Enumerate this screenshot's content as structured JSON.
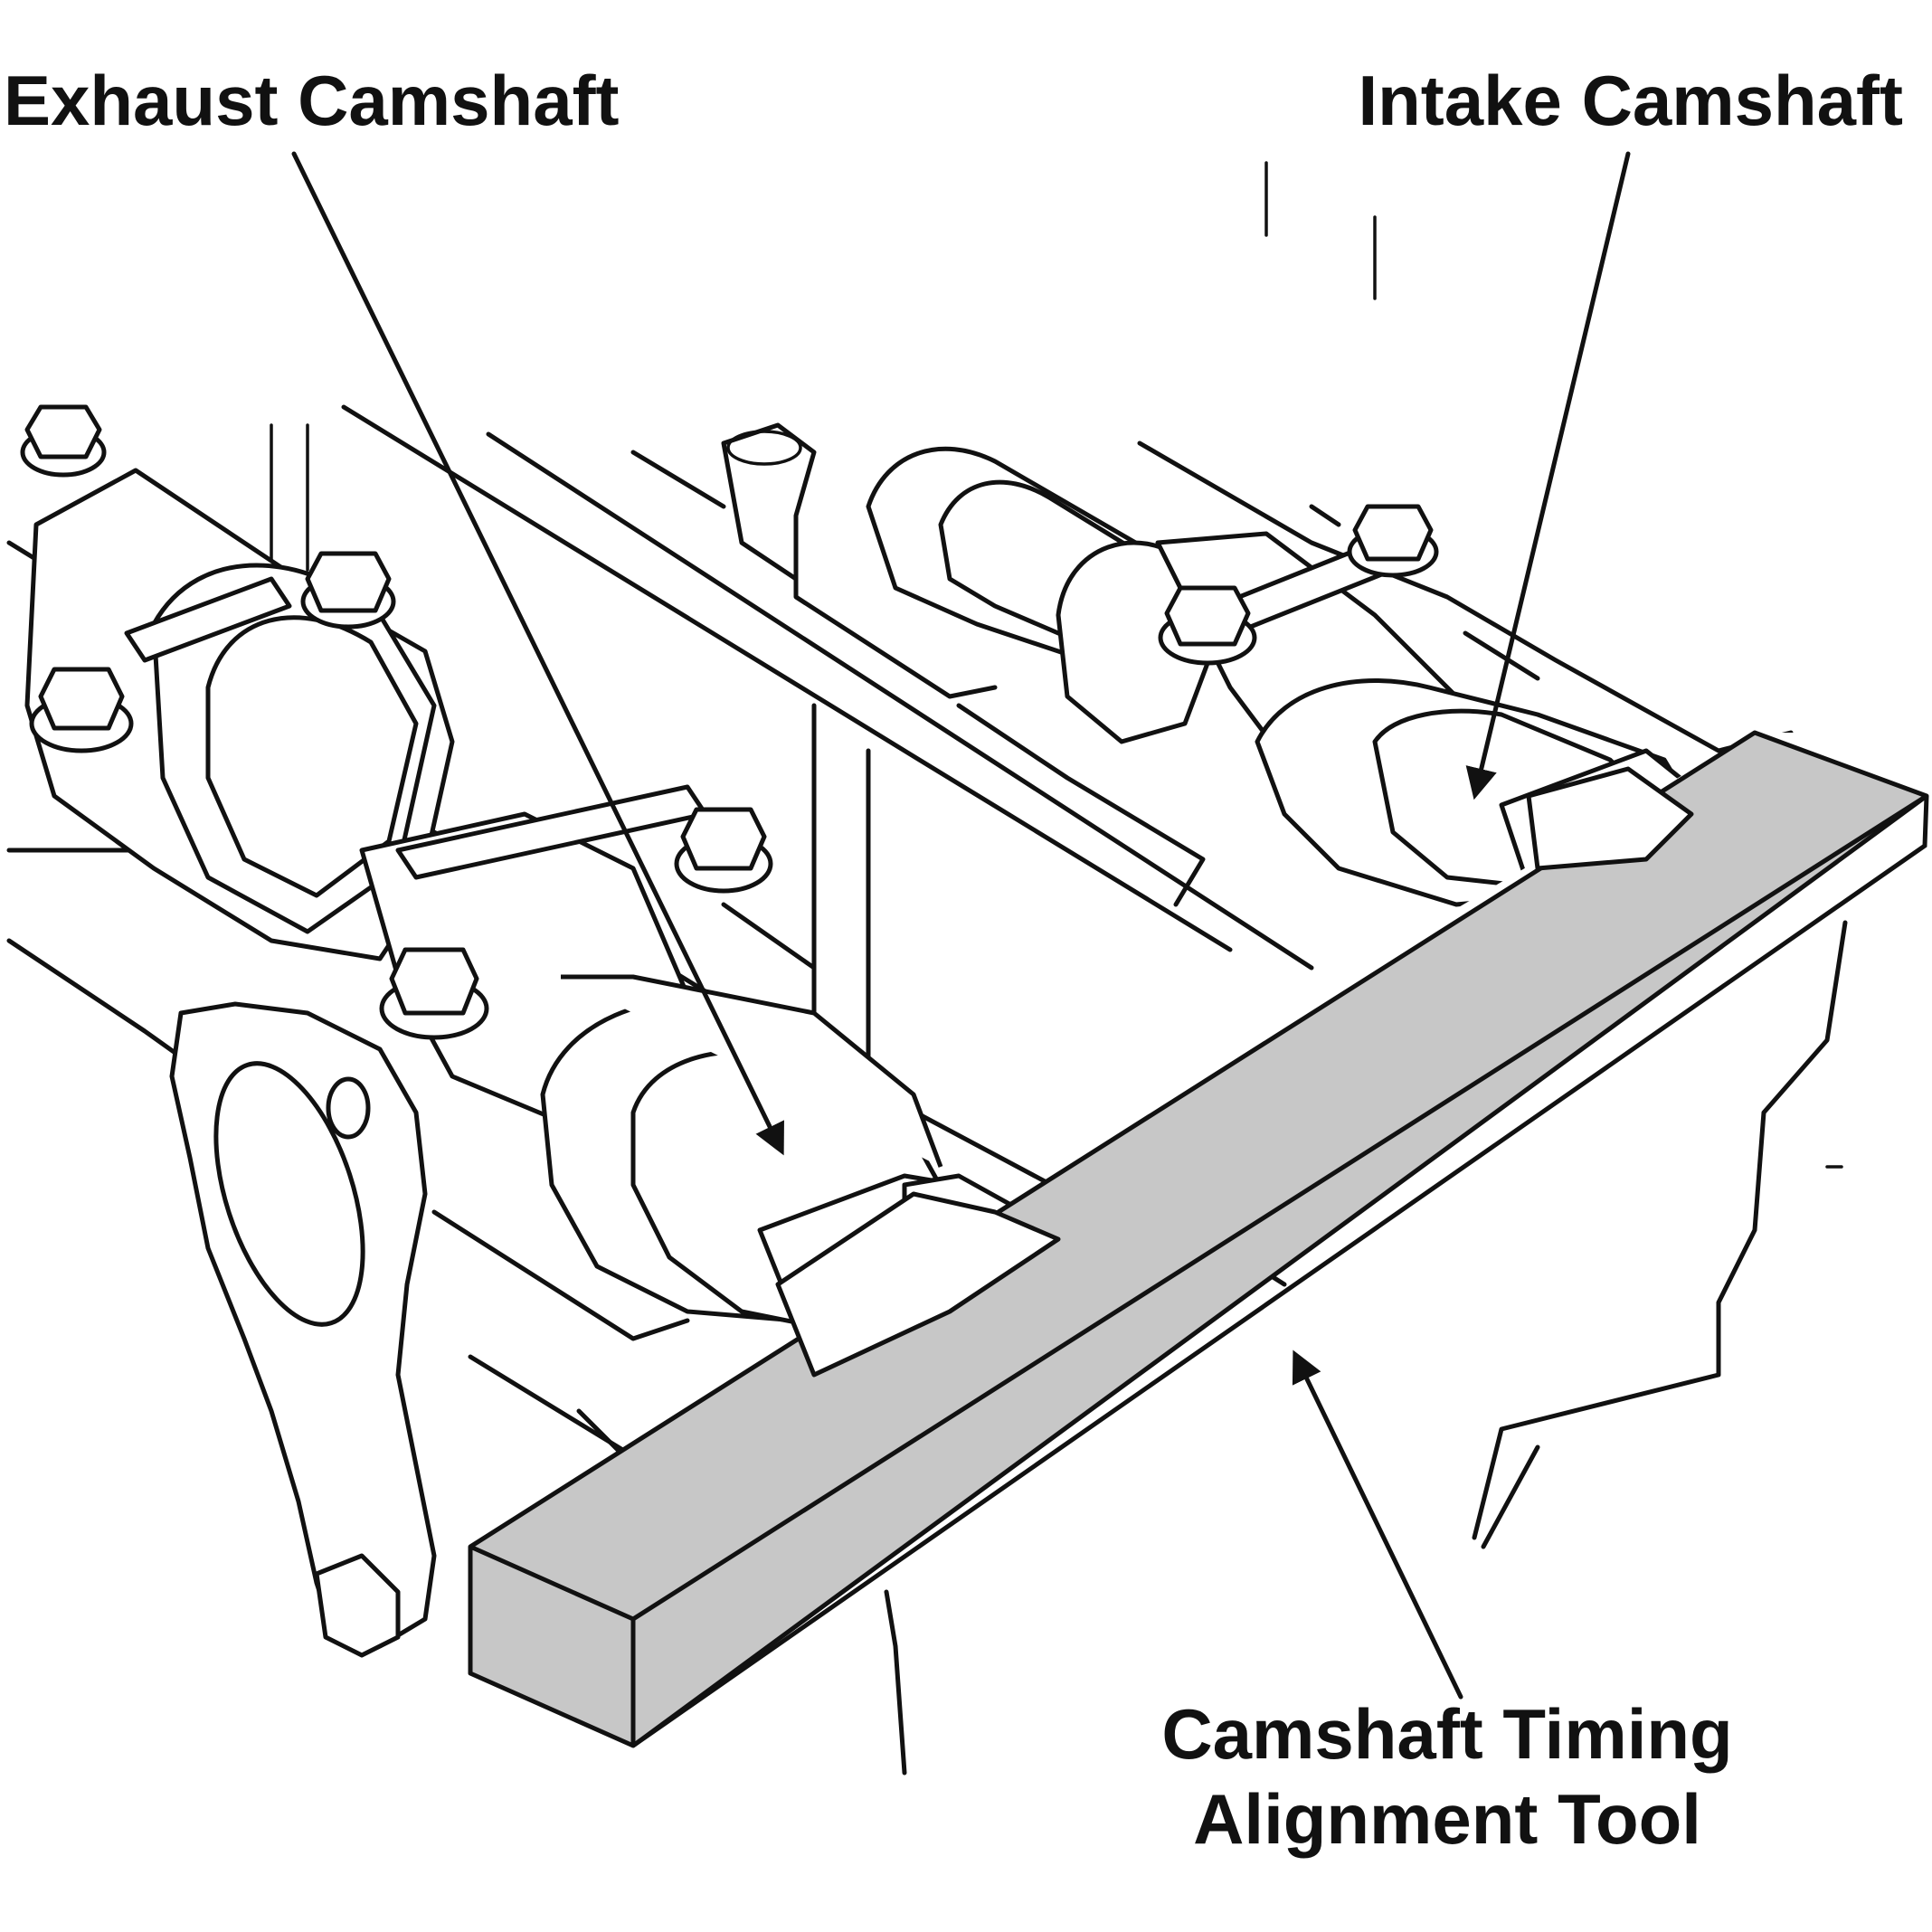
{
  "labels": {
    "exhaust": "Exhaust Camshaft",
    "intake": "Intake Camshaft",
    "tool_line1": "Camshaft Timing",
    "tool_line2": "Alignment Tool"
  },
  "colors": {
    "line": "#111111",
    "tool_fill": "#c7c7c7",
    "background": "#ffffff"
  }
}
